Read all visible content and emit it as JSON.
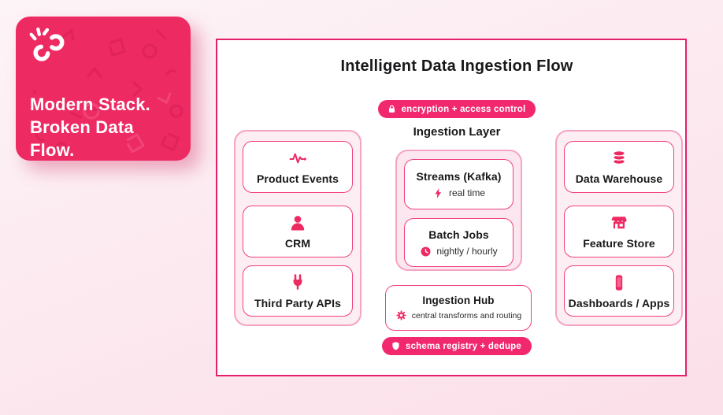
{
  "brand_card": {
    "headline": "Modern Stack. Broken Data Flow.",
    "logo": "broken-link-icon",
    "bg": "#ee2a63"
  },
  "diagram": {
    "title": "Intelligent Data Ingestion Flow",
    "top_badge": {
      "icon": "lock-icon",
      "label": "encryption + access control"
    },
    "layer_label": "Ingestion Layer",
    "sources": [
      {
        "icon": "pulse-icon",
        "label": "Product Events"
      },
      {
        "icon": "person-icon",
        "label": "CRM"
      },
      {
        "icon": "plug-icon",
        "label": "Third Party APIs"
      }
    ],
    "ingestion": [
      {
        "label": "Streams (Kafka)",
        "icon": "lightning-icon",
        "sublabel": "real time"
      },
      {
        "label": "Batch Jobs",
        "icon": "clock-icon",
        "sublabel": "nightly / hourly"
      }
    ],
    "hub": {
      "label": "Ingestion Hub",
      "icon": "gear-icon",
      "sublabel": "central transforms and routing"
    },
    "bottom_badge": {
      "icon": "shield-icon",
      "label": "schema registry + dedupe"
    },
    "destinations": [
      {
        "icon": "database-icon",
        "label": "Data Warehouse"
      },
      {
        "icon": "store-icon",
        "label": "Feature Store"
      },
      {
        "icon": "phone-icon",
        "label": "Dashboards / Apps"
      }
    ]
  },
  "colors": {
    "accent": "#ee2a63",
    "badge": "#f2286e",
    "panel_border": "#e2216a",
    "node_border": "#f2407c",
    "group_border": "#f6a3c4",
    "group_bg": "#fdeef4",
    "text_dark": "#18181b"
  }
}
